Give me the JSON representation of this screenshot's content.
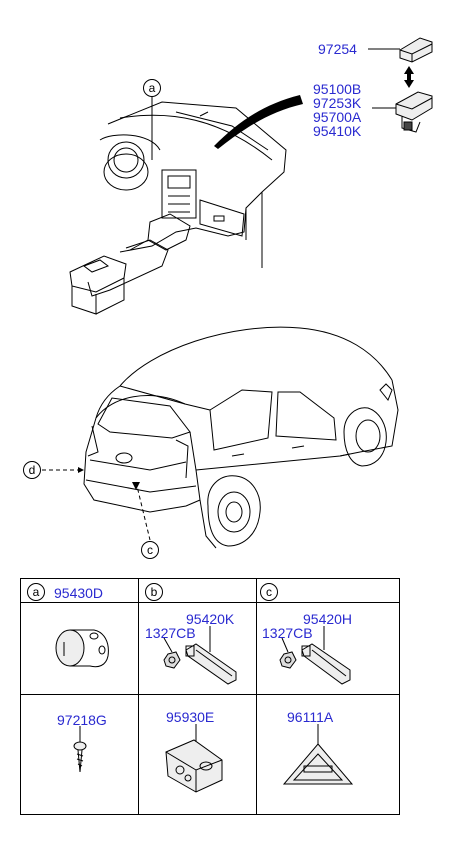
{
  "top_parts": {
    "part_1": "97254",
    "part_group": [
      "95100B",
      "97253K",
      "95700A",
      "95410K"
    ]
  },
  "callouts": {
    "a": "a",
    "b": "b",
    "c": "c",
    "d": "d"
  },
  "table": {
    "cell_a": {
      "callout": "a",
      "part": "95430D"
    },
    "cell_b": {
      "callout": "b",
      "part_1": "95420K",
      "part_2": "1327CB"
    },
    "cell_c": {
      "callout": "c",
      "part_1": "95420H",
      "part_2": "1327CB"
    },
    "cell_d": {
      "part": "97218G"
    },
    "cell_e": {
      "part": "95930E"
    },
    "cell_f": {
      "part": "96111A"
    }
  },
  "colors": {
    "part_number": "#2a2ad0",
    "line": "#000000"
  }
}
